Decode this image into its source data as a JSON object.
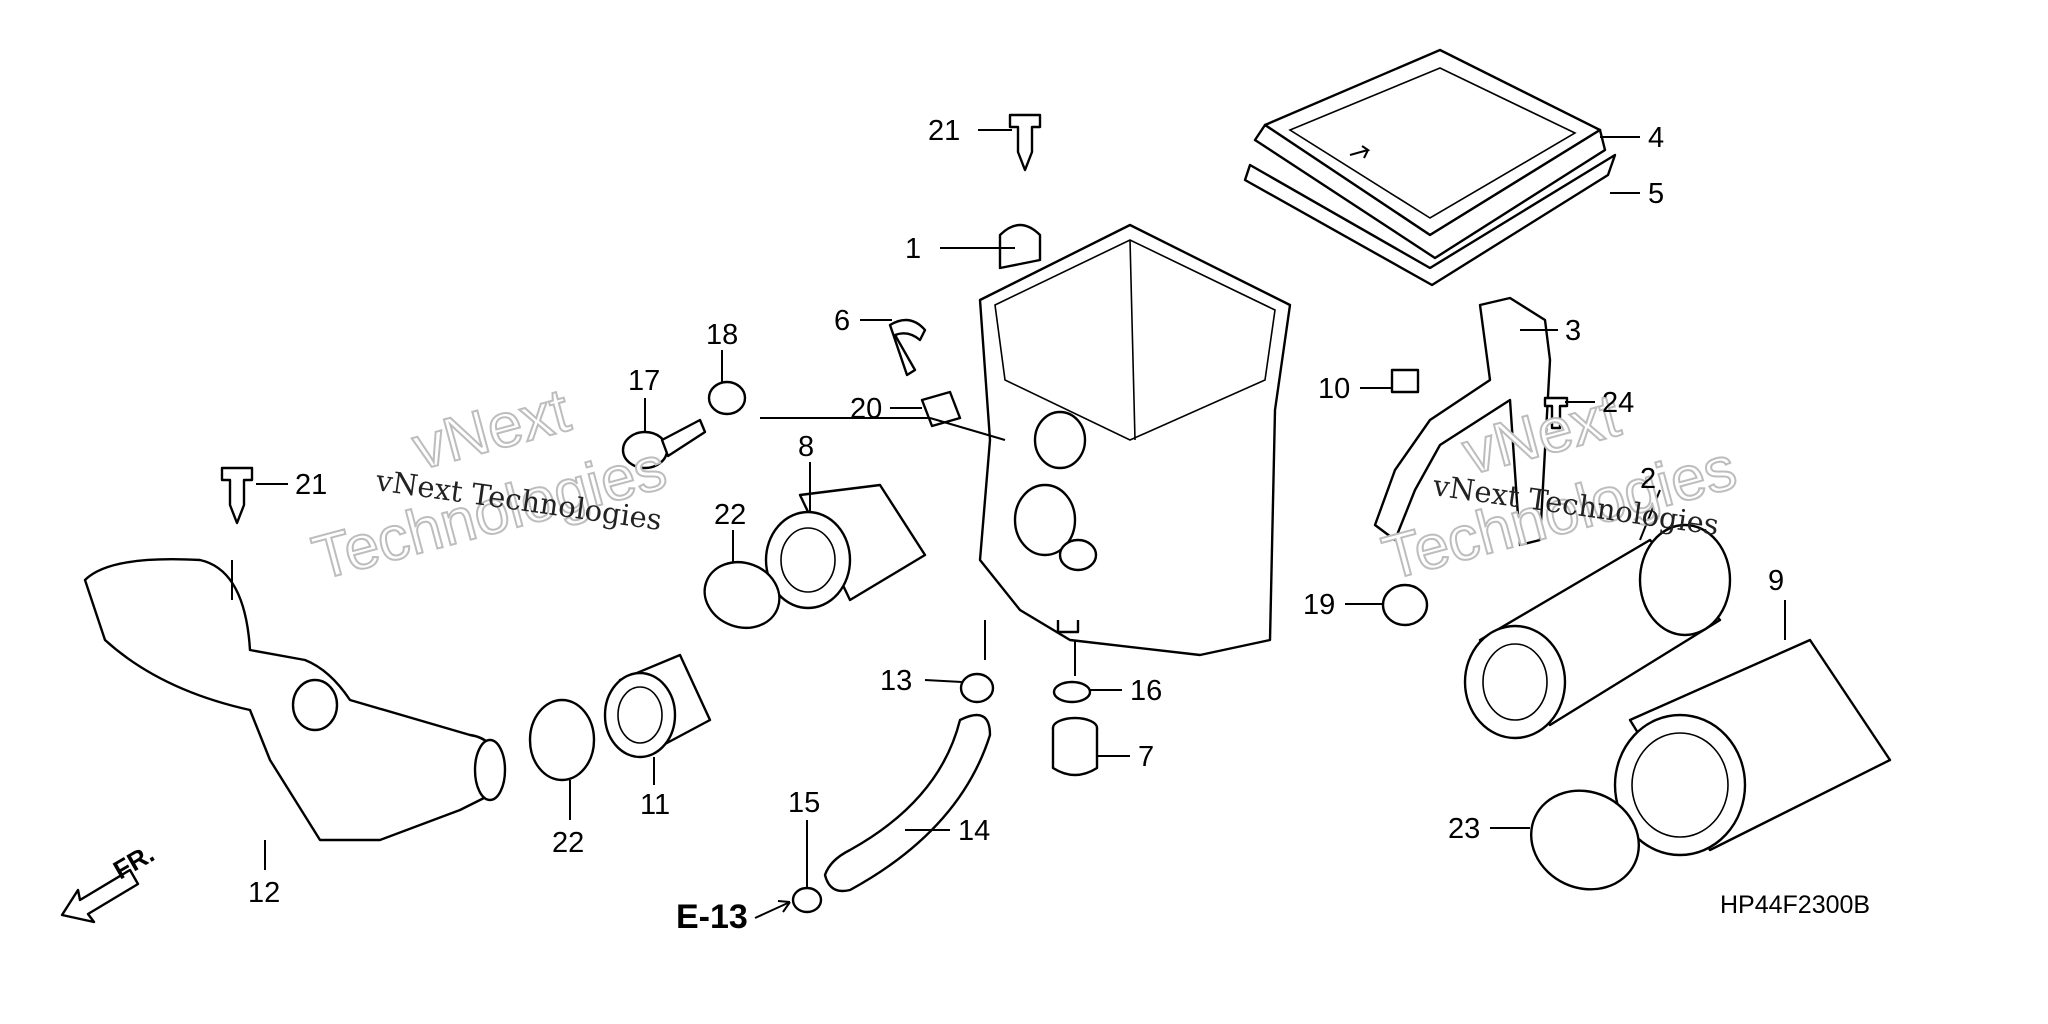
{
  "diagram": {
    "drawing_code": "HP44F2300B",
    "reference": "E-13",
    "front_marker": "FR.",
    "watermark": {
      "small": "vNext Technologies",
      "line1": "vNext",
      "line2": "Technologies"
    },
    "callouts": {
      "c1": "1",
      "c2": "2",
      "c3": "3",
      "c4": "4",
      "c5": "5",
      "c6": "6",
      "c7": "7",
      "c8": "8",
      "c9": "9",
      "c10": "10",
      "c11": "11",
      "c12": "12",
      "c13": "13",
      "c14": "14",
      "c15": "15",
      "c16": "16",
      "c17": "17",
      "c18": "18",
      "c19": "19",
      "c20": "20",
      "c21a": "21",
      "c21b": "21",
      "c22a": "22",
      "c22b": "22",
      "c23": "23",
      "c24": "24"
    }
  }
}
